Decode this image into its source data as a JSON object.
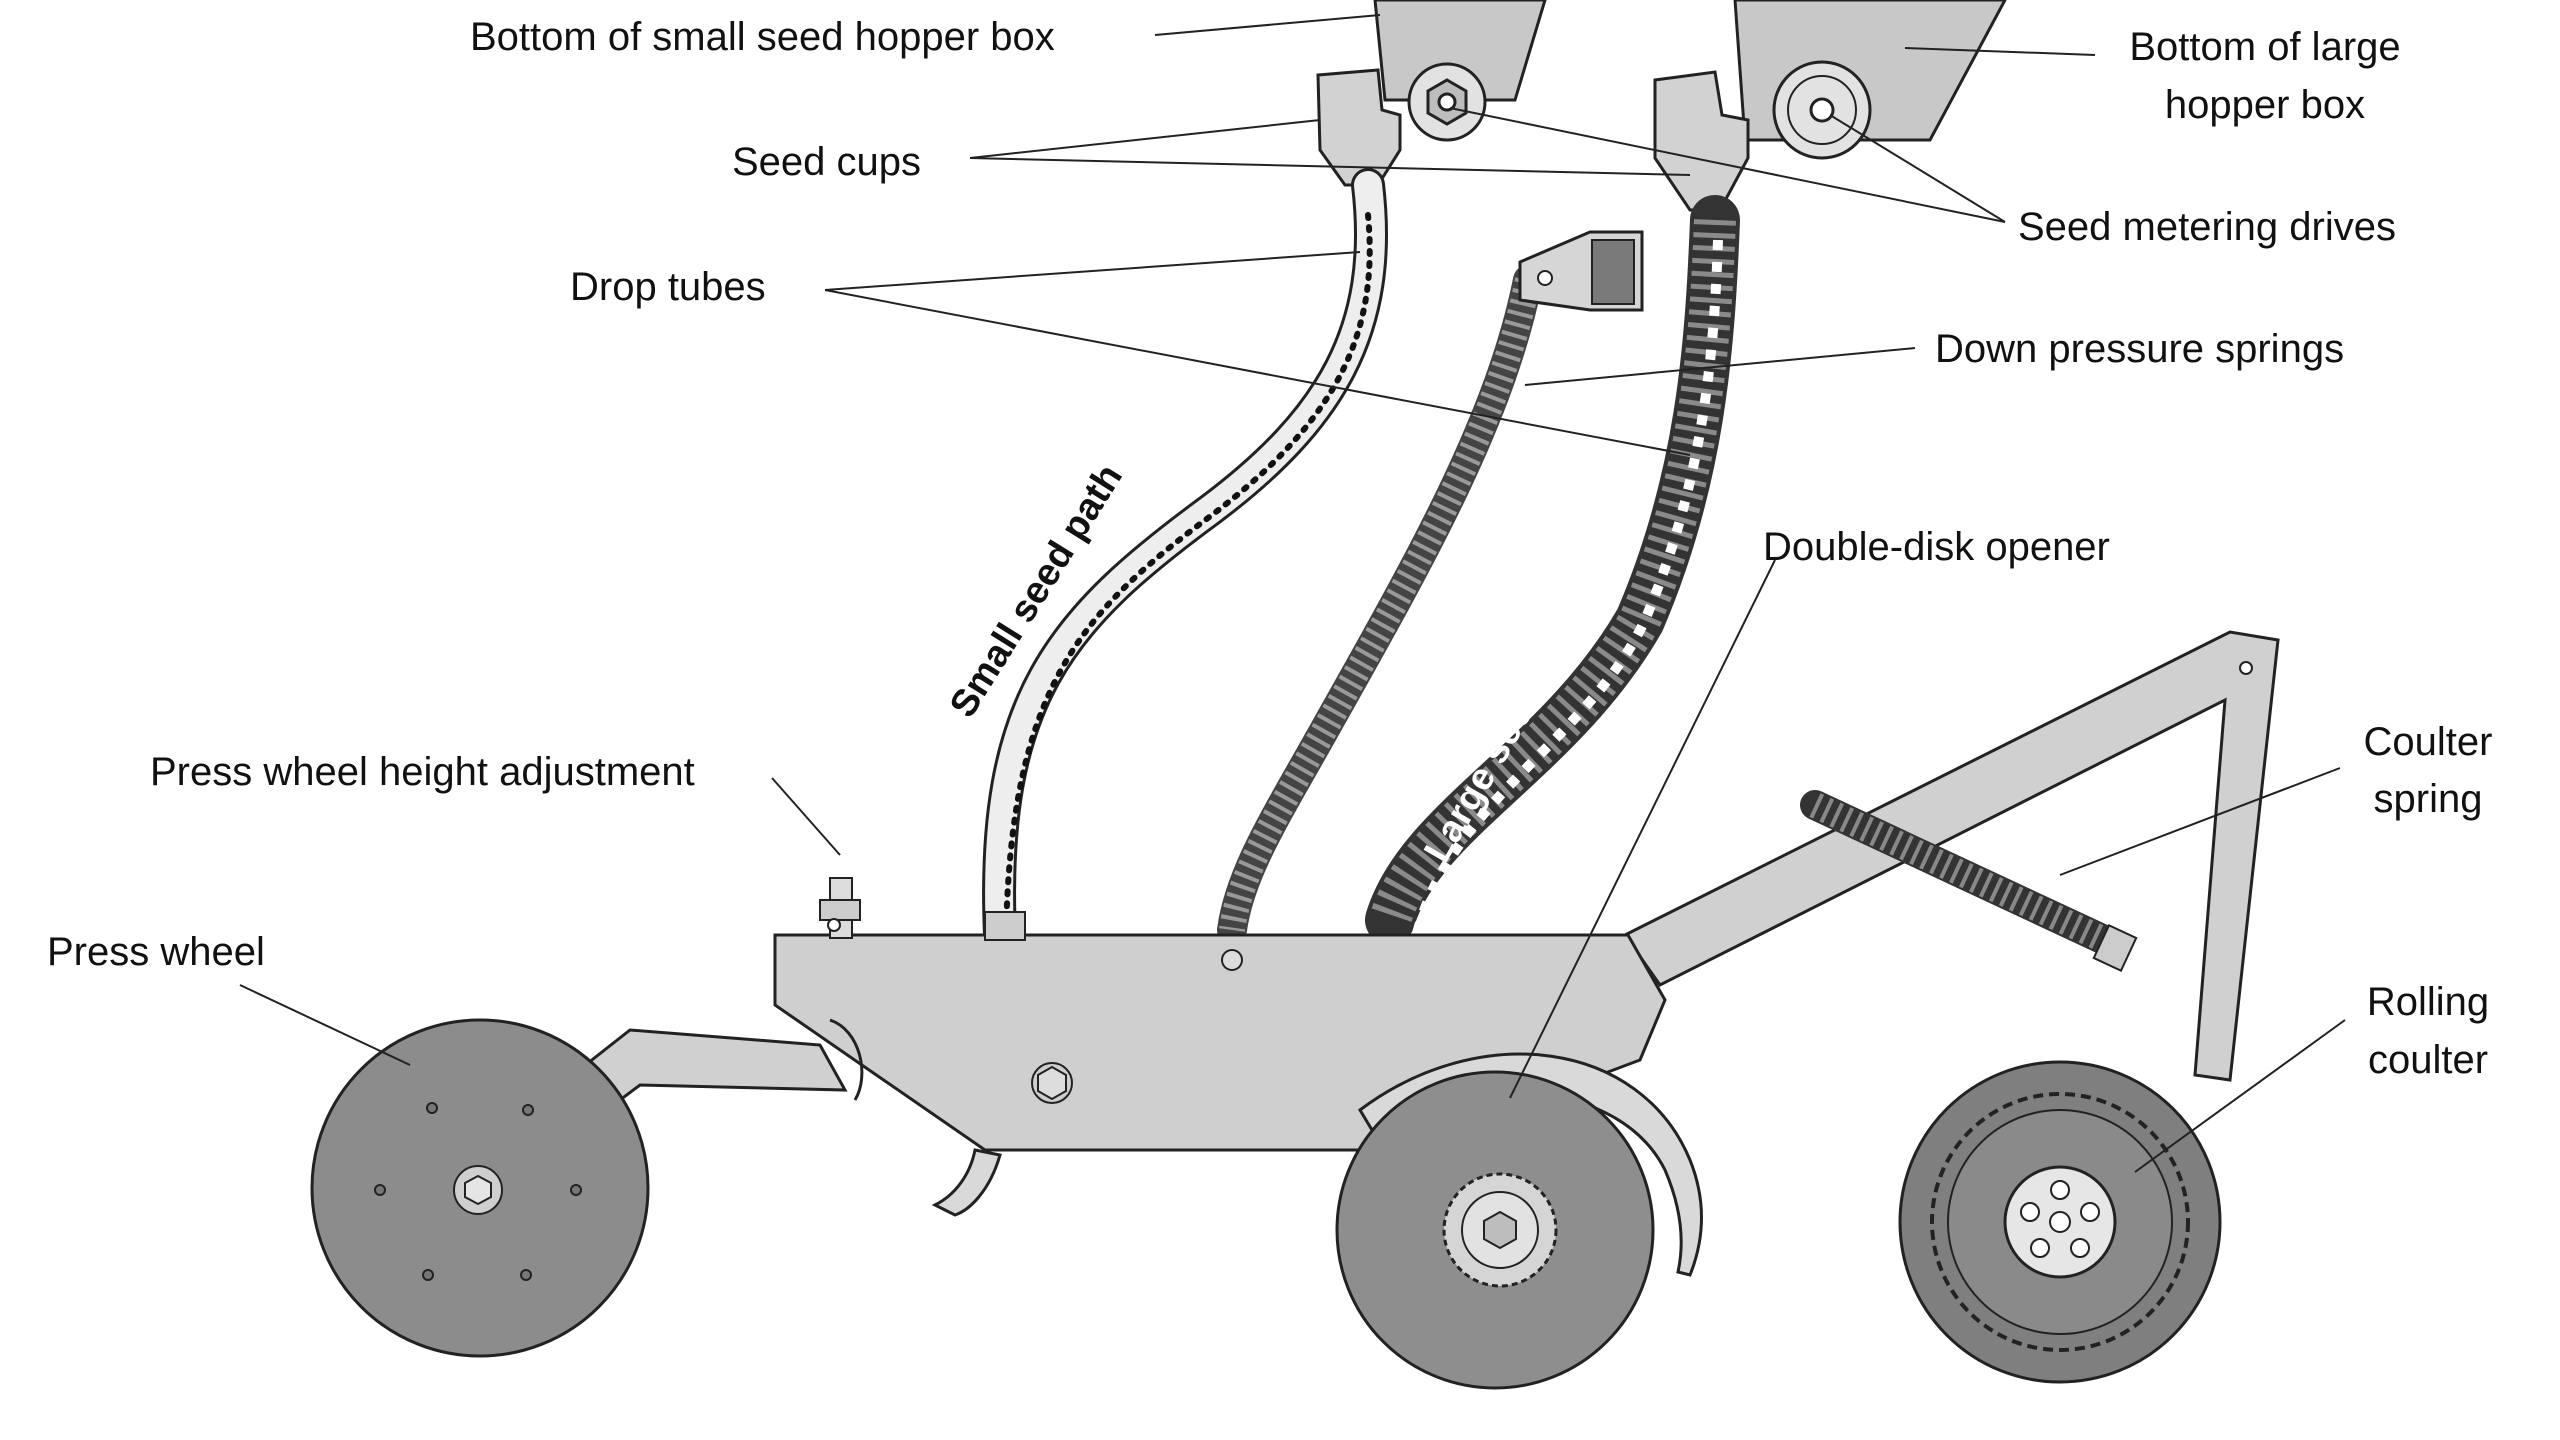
{
  "labels": {
    "small_hopper": "Bottom of small seed hopper box",
    "large_hopper_line1": "Bottom of large",
    "large_hopper_line2": "hopper box",
    "seed_cups": "Seed cups",
    "metering_drives": "Seed metering drives",
    "drop_tubes": "Drop tubes",
    "down_pressure_springs": "Down pressure springs",
    "double_disk_opener": "Double-disk opener",
    "press_wheel_height": "Press wheel height adjustment",
    "press_wheel": "Press wheel",
    "coulter_spring_line1": "Coulter",
    "coulter_spring_line2": "spring",
    "rolling_coulter_line1": "Rolling",
    "rolling_coulter_line2": "coulter",
    "small_seed_path": "Small seed path",
    "large_seed_path": "Large seed path"
  },
  "colors": {
    "hopper": "#c8c8c8",
    "frame": "#cfcfcf",
    "wheel": "#8c8c8c",
    "spring": "#555555",
    "outline": "#222222",
    "small_path": "#111111",
    "large_path": "#ffffff"
  }
}
